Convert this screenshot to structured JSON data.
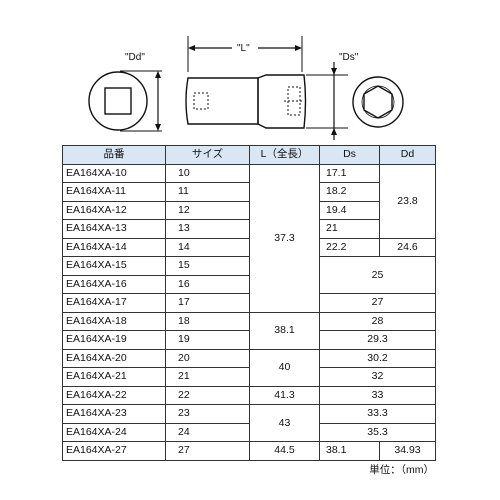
{
  "diagram": {
    "label_dd": "\"Dd\"",
    "label_l": "\"L\"",
    "label_ds": "\"Ds\""
  },
  "table": {
    "headers": {
      "name": "品番",
      "size": "サイズ",
      "length": "L（全長）",
      "ds": "Ds",
      "dd": "Dd"
    },
    "rows": [
      {
        "name": "EA164XA-10",
        "size": "10",
        "ds": "17.1"
      },
      {
        "name": "EA164XA-11",
        "size": "11",
        "ds": "18.2"
      },
      {
        "name": "EA164XA-12",
        "size": "12",
        "ds": "19.4"
      },
      {
        "name": "EA164XA-13",
        "size": "13",
        "ds": "21"
      },
      {
        "name": "EA164XA-14",
        "size": "14",
        "ds": "22.2",
        "dd": "24.6"
      },
      {
        "name": "EA164XA-15",
        "size": "15"
      },
      {
        "name": "EA164XA-16",
        "size": "16"
      },
      {
        "name": "EA164XA-17",
        "size": "17",
        "ds_dd": "27"
      },
      {
        "name": "EA164XA-18",
        "size": "18",
        "ds_dd": "28"
      },
      {
        "name": "EA164XA-19",
        "size": "19",
        "ds_dd": "29.3"
      },
      {
        "name": "EA164XA-20",
        "size": "20",
        "ds_dd": "30.2"
      },
      {
        "name": "EA164XA-21",
        "size": "21",
        "ds_dd": "32"
      },
      {
        "name": "EA164XA-22",
        "size": "22",
        "length": "41.3",
        "ds_dd": "33"
      },
      {
        "name": "EA164XA-23",
        "size": "23",
        "ds_dd": "33.3"
      },
      {
        "name": "EA164XA-24",
        "size": "24",
        "ds_dd": "35.3"
      },
      {
        "name": "EA164XA-27",
        "size": "27",
        "length": "44.5",
        "ds": "38.1",
        "dd": "34.93"
      }
    ],
    "merged": {
      "length_10_17": "37.3",
      "length_18_19": "38.1",
      "length_20_21": "40",
      "length_23_24": "43",
      "dd_10_13": "23.8",
      "dsdd_15_16": "25"
    }
  },
  "unit_note": "単位：（mm）"
}
